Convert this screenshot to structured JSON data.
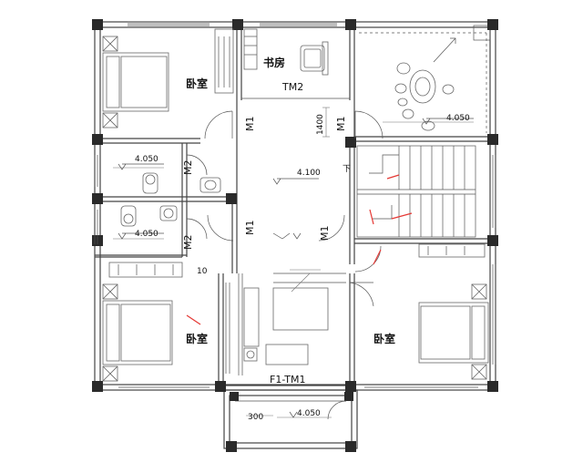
{
  "rooms": {
    "bedroom_nw": "卧室",
    "study": "书房",
    "bedroom_sw": "卧室",
    "bedroom_se": "卧室"
  },
  "doors": {
    "tm2": "TM2",
    "m1_a": "M1",
    "m1_b": "M1",
    "m2_a": "M2",
    "m2_b": "M2",
    "m1_c": "M1",
    "m1_d": "M1",
    "f1_tm1": "F1-TM1"
  },
  "dimensions": {
    "d1400": "1400",
    "d300": "300",
    "stair_down": "下",
    "d10": "10"
  },
  "elevations": {
    "terrace": "4.050",
    "bath_upper": "4.050",
    "bath_lower": "4.050",
    "hall": "4.100",
    "balcony": "4.050"
  }
}
